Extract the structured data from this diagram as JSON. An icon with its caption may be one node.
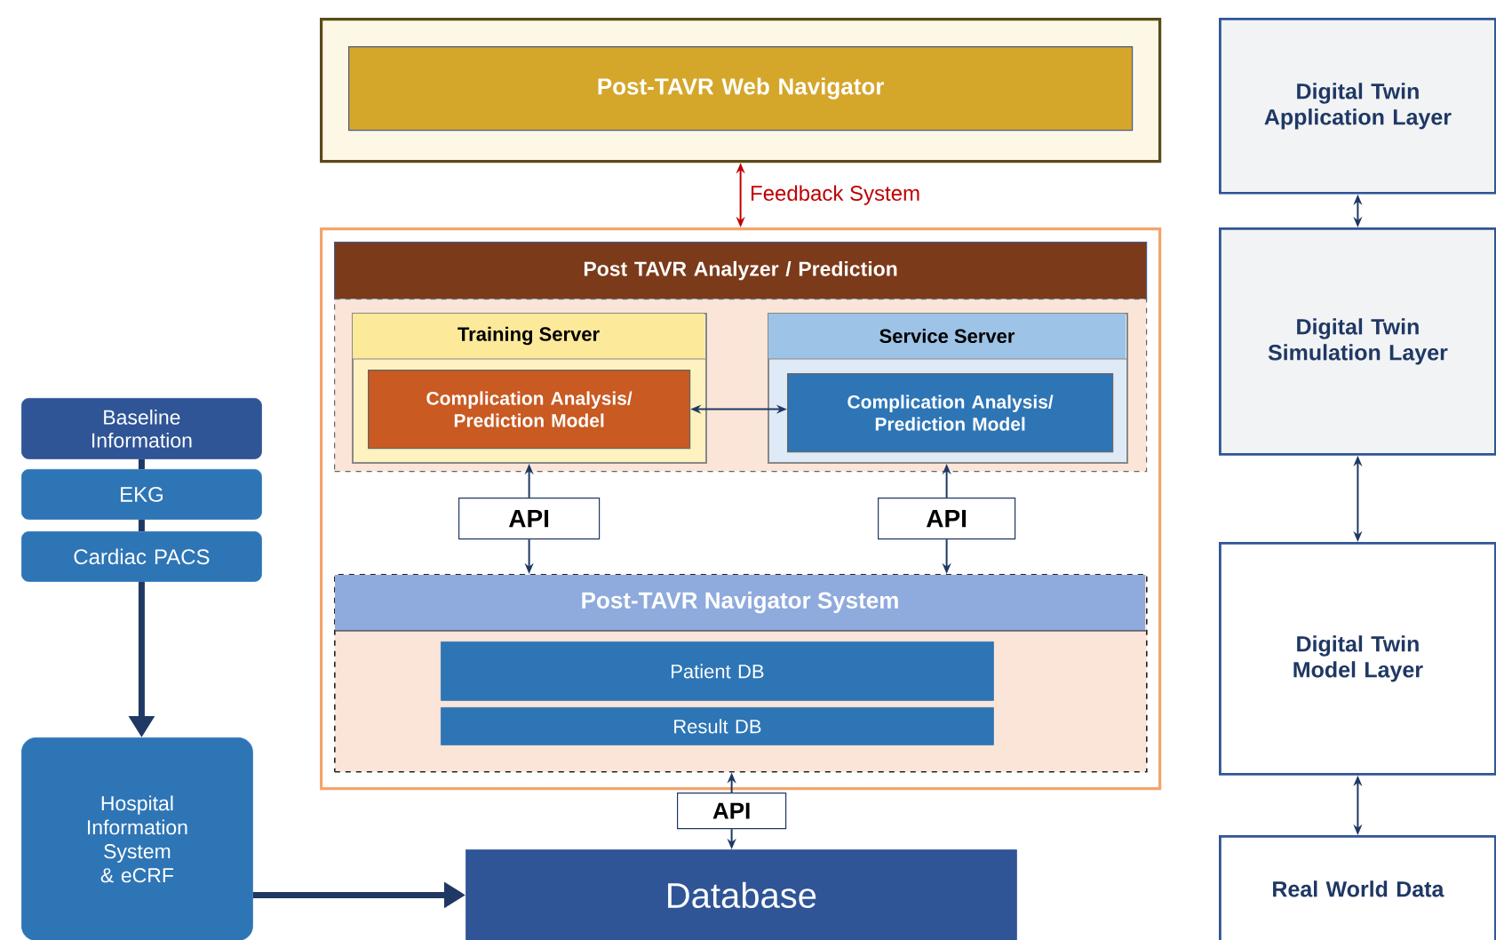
{
  "diagram": {
    "nodes": [
      {
        "text": [],
        "shape": "box"
      },
      {
        "text": [
          "Post-TAVR Web Navigator"
        ],
        "in": 0
      },
      {
        "text": [],
        "shape": "box"
      },
      {
        "text": [
          "Post TAVR Analyzer / Prediction"
        ],
        "in": 2
      },
      {
        "text": [],
        "shape": "box",
        "in": 2
      },
      {
        "text": [
          "Training Server"
        ],
        "in": 4
      },
      {
        "text": [
          "Complication Analysis/ Prediction Model"
        ],
        "in": 5
      },
      {
        "text": [
          "Service Server"
        ],
        "in": 4
      },
      {
        "text": [
          "Complication Analysis/ Prediction Model"
        ],
        "in": 7
      },
      {
        "text": [
          "API"
        ],
        "in": 2
      },
      {
        "text": [
          "API"
        ],
        "in": 2
      },
      {
        "text": [
          "Post-TAVR Navigator System"
        ],
        "in": 2
      },
      {
        "text": [
          "Patient DB"
        ],
        "in": 11
      },
      {
        "text": [
          "Result DB"
        ],
        "in": 11
      },
      {
        "text": [
          "API"
        ]
      },
      {
        "text": [
          "Database"
        ]
      },
      {
        "text": [
          "Baseline Information"
        ]
      },
      {
        "text": [
          "EKG"
        ]
      },
      {
        "text": [
          "Cardiac PACS"
        ]
      },
      {
        "text": [
          "Hospital Information System & eCRF"
        ]
      },
      {
        "text": [
          "Digital Twin Application Layer"
        ]
      },
      {
        "text": [
          "Digital Twin Simulation Layer"
        ]
      },
      {
        "text": [
          "Digital Twin Model Layer"
        ]
      },
      {
        "text": [
          "Real World Data"
        ]
      }
    ],
    "edges": [
      {
        "from": 0,
        "to": 2,
        "arrow": "both",
        "label": "Feedback System",
        "color": "#c00000"
      },
      {
        "from": 6,
        "to": 8,
        "arrow": "both"
      },
      {
        "from": 9,
        "to": 5,
        "arrow": "to"
      },
      {
        "from": 9,
        "to": 11,
        "arrow": "to"
      },
      {
        "from": 10,
        "to": 7,
        "arrow": "to"
      },
      {
        "from": 10,
        "to": 11,
        "arrow": "to"
      },
      {
        "from": 14,
        "to": 11,
        "arrow": "to"
      },
      {
        "from": 14,
        "to": 15,
        "arrow": "to"
      },
      {
        "from": 16,
        "to": 17,
        "arrow": "none",
        "style": "thick"
      },
      {
        "from": 17,
        "to": 18,
        "arrow": "none",
        "style": "thick"
      },
      {
        "from": 18,
        "to": 19,
        "arrow": "to",
        "style": "thick"
      },
      {
        "from": 19,
        "to": 15,
        "arrow": "to",
        "style": "thick"
      },
      {
        "from": 20,
        "to": 21,
        "arrow": "both"
      },
      {
        "from": 21,
        "to": 22,
        "arrow": "both"
      },
      {
        "from": 22,
        "to": 23,
        "arrow": "both"
      }
    ]
  }
}
